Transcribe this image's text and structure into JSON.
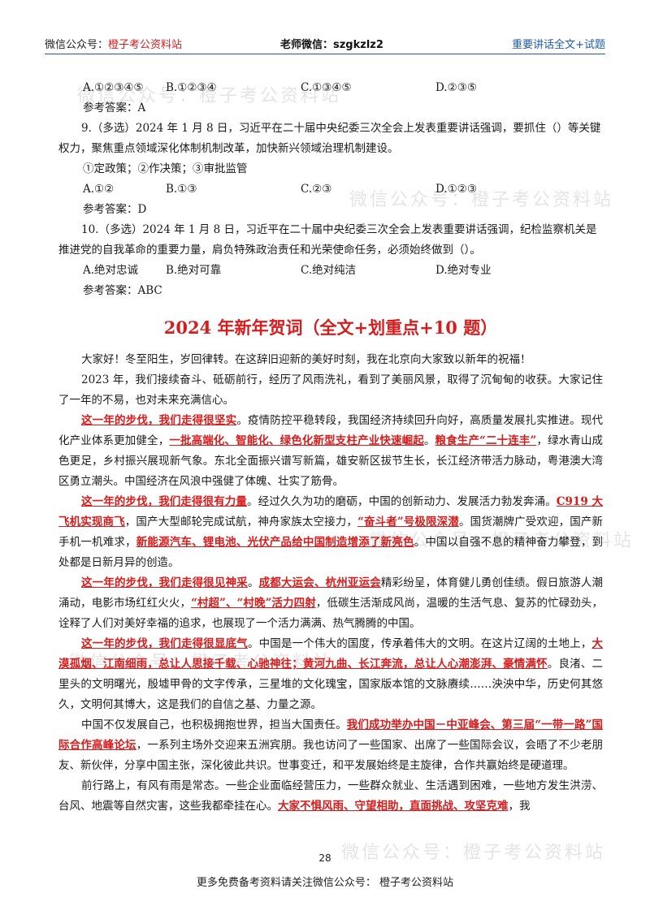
{
  "header": {
    "left_prefix": "微信公众号：",
    "left_highlight": "橙子考公资料站",
    "center": "老师微信：szgkzlz2",
    "right": "重要讲话全文+试题"
  },
  "watermarks": [
    "微信公众号：橙子考公资料站",
    "微信公众号：橙子考公资料站",
    "微信公众号：橙子考公资料站",
    "微信公众号：橙子考公资料站",
    "微信公众号：橙子考公资料站"
  ],
  "q8": {
    "options": [
      "A.①②③④⑤",
      "B.①②③④",
      "C.①③④⑤",
      "D.②③⑤"
    ],
    "answer": "参考答案：A"
  },
  "q9": {
    "stem": "9.（多选）2024 年 1 月 8 日，习近平在二十届中央纪委三次全会上发表重要讲话强调，要抓住（）等关键权力，聚焦重点领域深化体制机制改革，加快新兴领域治理机制建设。",
    "items": "①定政策；②作决策；③审批监管",
    "options": [
      "A.①②",
      "B.①③",
      "C.②③",
      "D.①②③"
    ],
    "answer": "参考答案：D"
  },
  "q10": {
    "stem": "10.（多选）2024 年 1 月 8 日，习近平在二十届中央纪委三次全会上发表重要讲话强调，纪检监察机关是推进党的自我革命的重要力量，肩负特殊政治责任和光荣使命任务，必须始终做到（）。",
    "options": [
      "A.绝对忠诚",
      "B.绝对可靠",
      "C.绝对纯洁",
      "D.绝对专业"
    ],
    "answer": "参考答案：ABC"
  },
  "section_title": "2024 年新年贺词（全文+划重点+10 题）",
  "speech": {
    "p1": "大家好！冬至阳生，岁回律转。在这辞旧迎新的美好时刻，我在北京向大家致以新年的祝福！",
    "p2": "2023 年，我们接续奋斗、砥砺前行，经历了风雨洗礼，看到了美丽风景，取得了沉甸甸的收获。大家记住了一年的不易，也对未来充满信心。",
    "p3_k1": "这一年的步伐，我们走得很坚实",
    "p3_t1": "。疫情防控平稳转段，我国经济持续回升向好，高质量发展扎实推进。现代化产业体系更加健全，",
    "p3_k2": "一批高端化、智能化、绿色化新型支柱产业快速崛起",
    "p3_t2": "。",
    "p3_k3": "粮食生产“二十连丰”",
    "p3_t3": "，绿水青山成色更足，乡村振兴展现新气象。东北全面振兴谱写新篇，雄安新区拔节生长，长江经济带活力脉动，粤港澳大湾区勇立潮头。中国经济在风浪中强健了体魄、壮实了筋骨。",
    "p4_k1": "这一年的步伐，我们走得很有力量",
    "p4_t1": "。经过久久为功的磨砺，中国的创新动力、发展活力勃发奔涌。",
    "p4_k2": "C919 大飞机实现商飞",
    "p4_t2": "，国产大型邮轮完成试航，神舟家族太空接力，",
    "p4_k3": "“奋斗者”号极限深潜",
    "p4_t3": "。国货潮牌广受欢迎，国产新手机一机难求，",
    "p4_k4": "新能源汽车、锂电池、光伏产品给中国制造增添了新亮色",
    "p4_t4": "。中国以自强不息的精神奋力攀登，到处都是日新月异的创造。",
    "p5_k1": "这一年的步伐，我们走得很见神采",
    "p5_t1": "。",
    "p5_k2": "成都大运会、杭州亚运会",
    "p5_t2": "精彩纷呈，体育健儿勇创佳绩。假日旅游人潮涌动，电影市场红红火火，",
    "p5_k3": "“村超”、“村晚”活力四射",
    "p5_t3": "，低碳生活渐成风尚，温暖的生活气息、复苏的忙碌劲头，诠释了人们对美好幸福的追求，也展现了一个活力满满、热气腾腾的中国。",
    "p6_k1": "这一年的步伐，我们走得很显底气",
    "p6_t1": "。中国是一个伟大的国度，传承着伟大的文明。在这片辽阔的土地上，",
    "p6_k2": "大漠孤烟、江南细雨，总让人思接千载、心驰神往；黄河九曲、长江奔流，总让人心潮澎湃、豪情满怀",
    "p6_t2": "。良渚、二里头的文明曙光，殷墟甲骨的文字传承，三星堆的文化瑰宝，国家版本馆的文脉赓续……泱泱中华，历史何其悠久，文明何其博大，这是我们的自信之基、力量之源。",
    "p7_t1": "中国不仅发展自己，也积极拥抱世界，担当大国责任。",
    "p7_k1": "我们成功举办中国－中亚峰会、第三届“一带一路”国际合作高峰论坛",
    "p7_t2": "，一系列主场外交迎来五洲宾朋。我也访问了一些国家、出席了一些国际会议，会晤了不少老朋友、新伙伴，分享中国主张，深化彼此共识。世事变迁，和平发展始终是主旋律，合作共赢始终是硬道理。",
    "p8_t1": "前行路上，有风有雨是常态。一些企业面临经营压力，一些群众就业、生活遇到困难，一些地方发生洪涝、台风、地震等自然灾害，这些我都牵挂在心。",
    "p8_k1": "大家不惧风雨、守望相助，直面挑战、攻坚克难",
    "p8_t2": "，我"
  },
  "page_number": "28",
  "footer": "更多免费备考资料请关注微信公众号：   橙子考公资料站",
  "colors": {
    "accent_red": "#d61c1c",
    "header_blue": "#1e5aa8"
  }
}
